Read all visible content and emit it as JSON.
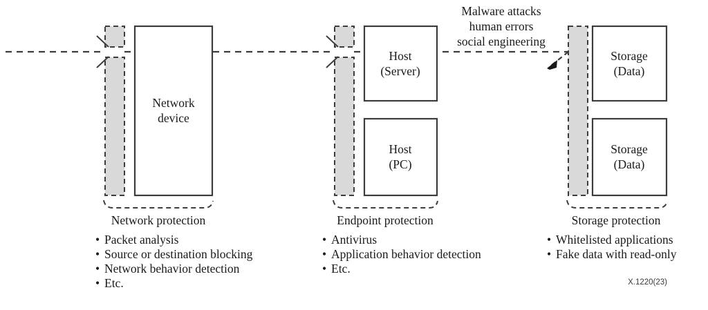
{
  "figure": {
    "title_ref": "X.1220(23)",
    "colors": {
      "barrier_fill": "#d9d9d9",
      "stroke": "#3c3c3c",
      "text": "#1a1a1a",
      "background": "#ffffff"
    },
    "threat_note": {
      "lines": [
        "Malware attacks",
        "human errors",
        "social engineering"
      ]
    },
    "flow_line": {
      "name": "attack-path-dashed-line",
      "style": "dashed",
      "arrow_target": "storage-barrier"
    },
    "zones": [
      {
        "id": "network",
        "group_label": "Network protection",
        "barrier_name": "network-protection-barrier",
        "barrier_broken": true,
        "nodes": [
          {
            "id": "network-device",
            "lines": [
              "Network",
              "device"
            ]
          }
        ],
        "bullets": [
          "Packet analysis",
          "Source or destination blocking",
          "Network behavior detection",
          "Etc."
        ]
      },
      {
        "id": "endpoint",
        "group_label": "Endpoint protection",
        "barrier_name": "endpoint-protection-barrier",
        "barrier_broken": true,
        "nodes": [
          {
            "id": "host-server",
            "lines": [
              "Host",
              "(Server)"
            ]
          },
          {
            "id": "host-pc",
            "lines": [
              "Host",
              "(PC)"
            ]
          }
        ],
        "bullets": [
          "Antivirus",
          "Application behavior detection",
          "Etc."
        ]
      },
      {
        "id": "storage",
        "group_label": "Storage protection",
        "barrier_name": "storage-protection-barrier",
        "barrier_broken": false,
        "nodes": [
          {
            "id": "storage-data-1",
            "lines": [
              "Storage",
              "(Data)"
            ]
          },
          {
            "id": "storage-data-2",
            "lines": [
              "Storage",
              "(Data)"
            ]
          }
        ],
        "bullets": [
          "Whitelisted applications",
          "Fake data with read-only"
        ]
      }
    ],
    "bullet_marker": "•"
  }
}
